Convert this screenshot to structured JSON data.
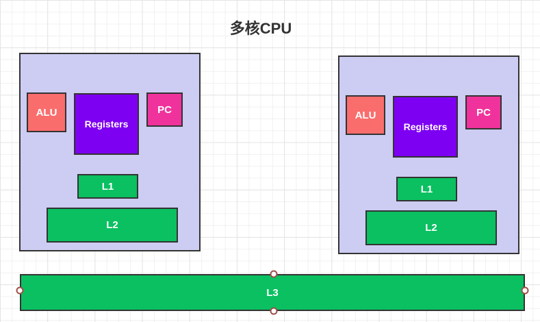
{
  "title": "多核CPU",
  "colors": {
    "core_fill": "#cdccf2",
    "shape_border": "#333333",
    "alu_fill": "#fa6d6d",
    "registers_fill": "#7d00f2",
    "pc_fill": "#f0339c",
    "cache_fill": "#0ac061",
    "shape_text": "#ffffff",
    "title_text": "#333333",
    "connection_point_ring": "#9e4f47",
    "connection_point_fill": "#ffffff"
  },
  "cores": [
    {
      "alu": "ALU",
      "registers": "Registers",
      "pc": "PC",
      "l1": "L1",
      "l2": "L2"
    },
    {
      "alu": "ALU",
      "registers": "Registers",
      "pc": "PC",
      "l1": "L1",
      "l2": "L2"
    }
  ],
  "shared_cache": {
    "l3": "L3"
  },
  "connection_points": [
    "top",
    "bottom",
    "left",
    "right"
  ]
}
